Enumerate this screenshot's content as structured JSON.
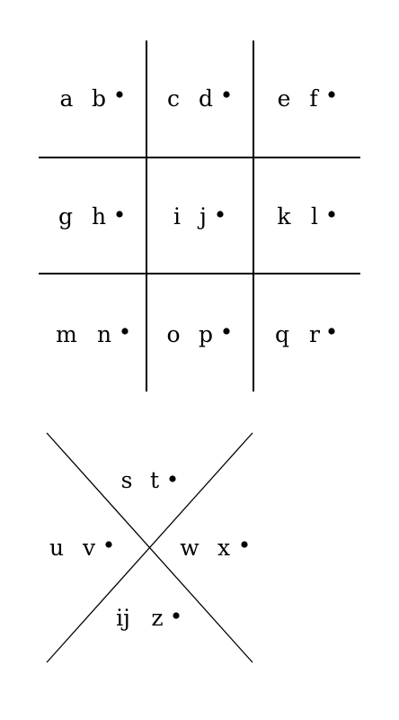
{
  "grid_cells": [
    {
      "first": "a",
      "second": "b"
    },
    {
      "first": "c",
      "second": "d"
    },
    {
      "first": "e",
      "second": "f"
    },
    {
      "first": "g",
      "second": "h"
    },
    {
      "first": "i",
      "second": "j"
    },
    {
      "first": "k",
      "second": "l"
    },
    {
      "first": "m",
      "second": "n"
    },
    {
      "first": "o",
      "second": "p"
    },
    {
      "first": "q",
      "second": "r"
    }
  ],
  "x_cells": [
    {
      "first": "s",
      "second": "t"
    },
    {
      "first": "u",
      "second": "v"
    },
    {
      "first": "w",
      "second": "x"
    },
    {
      "first": "ij",
      "second": "z"
    }
  ],
  "colors": {
    "ink": "#000000",
    "background": "#ffffff"
  }
}
